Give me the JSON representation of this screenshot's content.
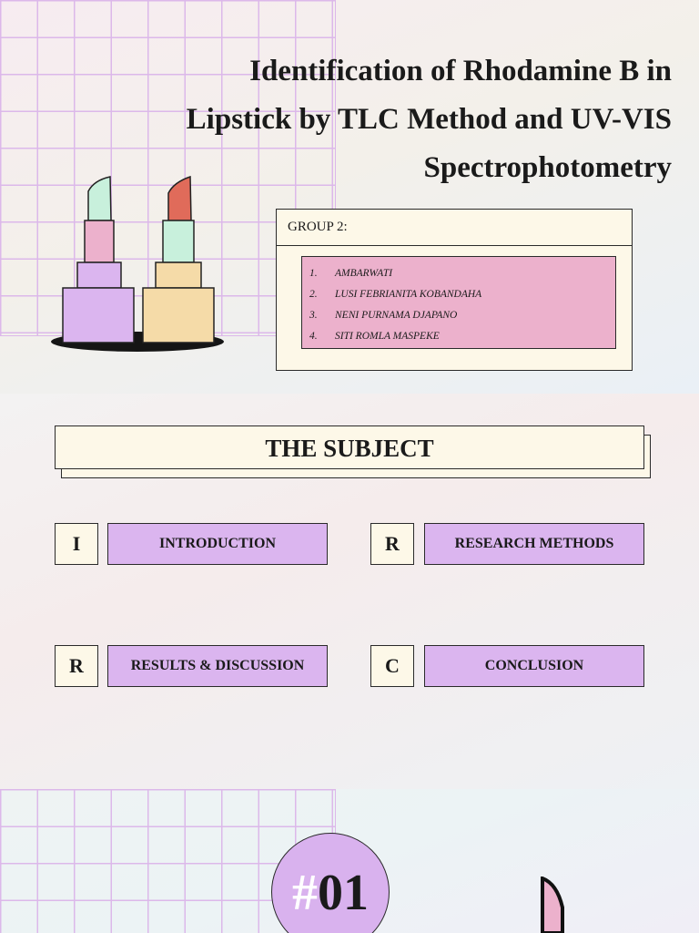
{
  "slide1": {
    "title_lines": [
      "Identification of Rhodamine B in",
      "Lipstick by TLC Method and UV-VIS",
      "Spectrophotometry"
    ],
    "group_label": "GROUP 2:",
    "members": [
      {
        "num": "1.",
        "name": "AMBARWATI"
      },
      {
        "num": "2.",
        "name": "LUSI FEBRIANITA KOBANDAHA"
      },
      {
        "num": "3.",
        "name": "NENI PURNAMA DJAPANO"
      },
      {
        "num": "4.",
        "name": "SITI ROMLA MASPEKE"
      }
    ]
  },
  "slide2": {
    "heading": "THE SUBJECT",
    "topics": [
      {
        "letter": "I",
        "label": "INTRODUCTION"
      },
      {
        "letter": "R",
        "label": "RESEARCH METHODS"
      },
      {
        "letter": "R",
        "label": "RESULTS & DISCUSSION"
      },
      {
        "letter": "C",
        "label": "CONCLUSION"
      }
    ]
  },
  "slide3": {
    "badge_hash": "#",
    "badge_number": "01"
  },
  "colors": {
    "grid": "#dcb8ea",
    "cream": "#fdf8e8",
    "lavender": "#dbb5ef",
    "pink": "#ecb1cc",
    "mint": "#c8f0dc",
    "coral": "#e06b5a",
    "yellow": "#f5dba8"
  }
}
